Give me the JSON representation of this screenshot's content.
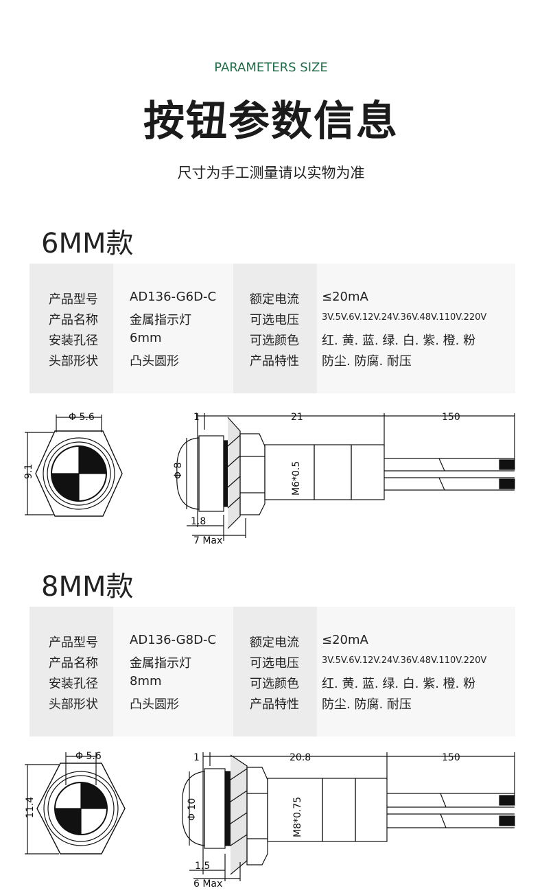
{
  "header": {
    "en_title": "PARAMETERS SIZE",
    "cn_title": "按钮参数信息",
    "subtitle": "尺寸为手工测量请以实物为准"
  },
  "sections": [
    {
      "title": "6MM款",
      "specs": [
        {
          "k1": "产品型号",
          "v1": "AD136-G6D-C",
          "k2": "额定电流",
          "v2": "≤20mA"
        },
        {
          "k1": "产品名称",
          "v1": "金属指示灯",
          "k2": "可选电压",
          "v2": "3V.5V.6V.12V.24V.36V.48V.110V.220V"
        },
        {
          "k1": "安装孔径",
          "v1": "6mm",
          "k2": "可选颜色",
          "v2": "红. 黄. 蓝. 绿. 白. 紫. 橙. 粉"
        },
        {
          "k1": "头部形状",
          "v1": "凸头圆形",
          "k2": "产品特性",
          "v2": "防尘. 防腐. 耐压"
        }
      ],
      "dims": {
        "front_dia": "Φ 5.6",
        "hex": "9.1",
        "head_gap": "1",
        "body_len": "21",
        "wire_len": "150",
        "head_dia": "Φ 8",
        "thread": "M6*0.5",
        "flange": "1.8",
        "max": "7 Max"
      }
    },
    {
      "title": "8MM款",
      "specs": [
        {
          "k1": "产品型号",
          "v1": "AD136-G8D-C",
          "k2": "额定电流",
          "v2": "≤20mA"
        },
        {
          "k1": "产品名称",
          "v1": "金属指示灯",
          "k2": "可选电压",
          "v2": "3V.5V.6V.12V.24V.36V.48V.110V.220V"
        },
        {
          "k1": "安装孔径",
          "v1": "8mm",
          "k2": "可选颜色",
          "v2": "红. 黄. 蓝. 绿. 白. 紫. 橙. 粉"
        },
        {
          "k1": "头部形状",
          "v1": "凸头圆形",
          "k2": "产品特性",
          "v2": "防尘. 防腐. 耐压"
        }
      ],
      "dims": {
        "front_dia": "Φ 5.6",
        "hex": "11.4",
        "head_gap": "1",
        "body_len": "20.8",
        "wire_len": "150",
        "head_dia": "Φ 10",
        "thread": "M8*0.75",
        "flange": "1.5",
        "max": "6 Max"
      }
    }
  ]
}
